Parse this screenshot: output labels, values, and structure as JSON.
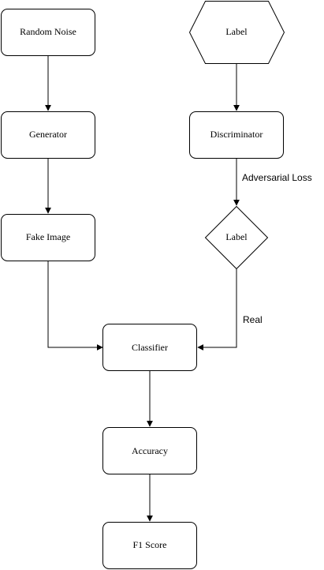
{
  "nodes": {
    "random_noise": "Random Noise",
    "label_top": "Label",
    "generator": "Generator",
    "discriminator": "Discriminator",
    "fake_image": "Fake Image",
    "label_decision": "Label",
    "classifier": "Classifier",
    "accuracy": "Accuracy",
    "f1_score": "F1 Score"
  },
  "edges": {
    "adversarial_loss": "Adversarial Loss",
    "real": "Real"
  }
}
